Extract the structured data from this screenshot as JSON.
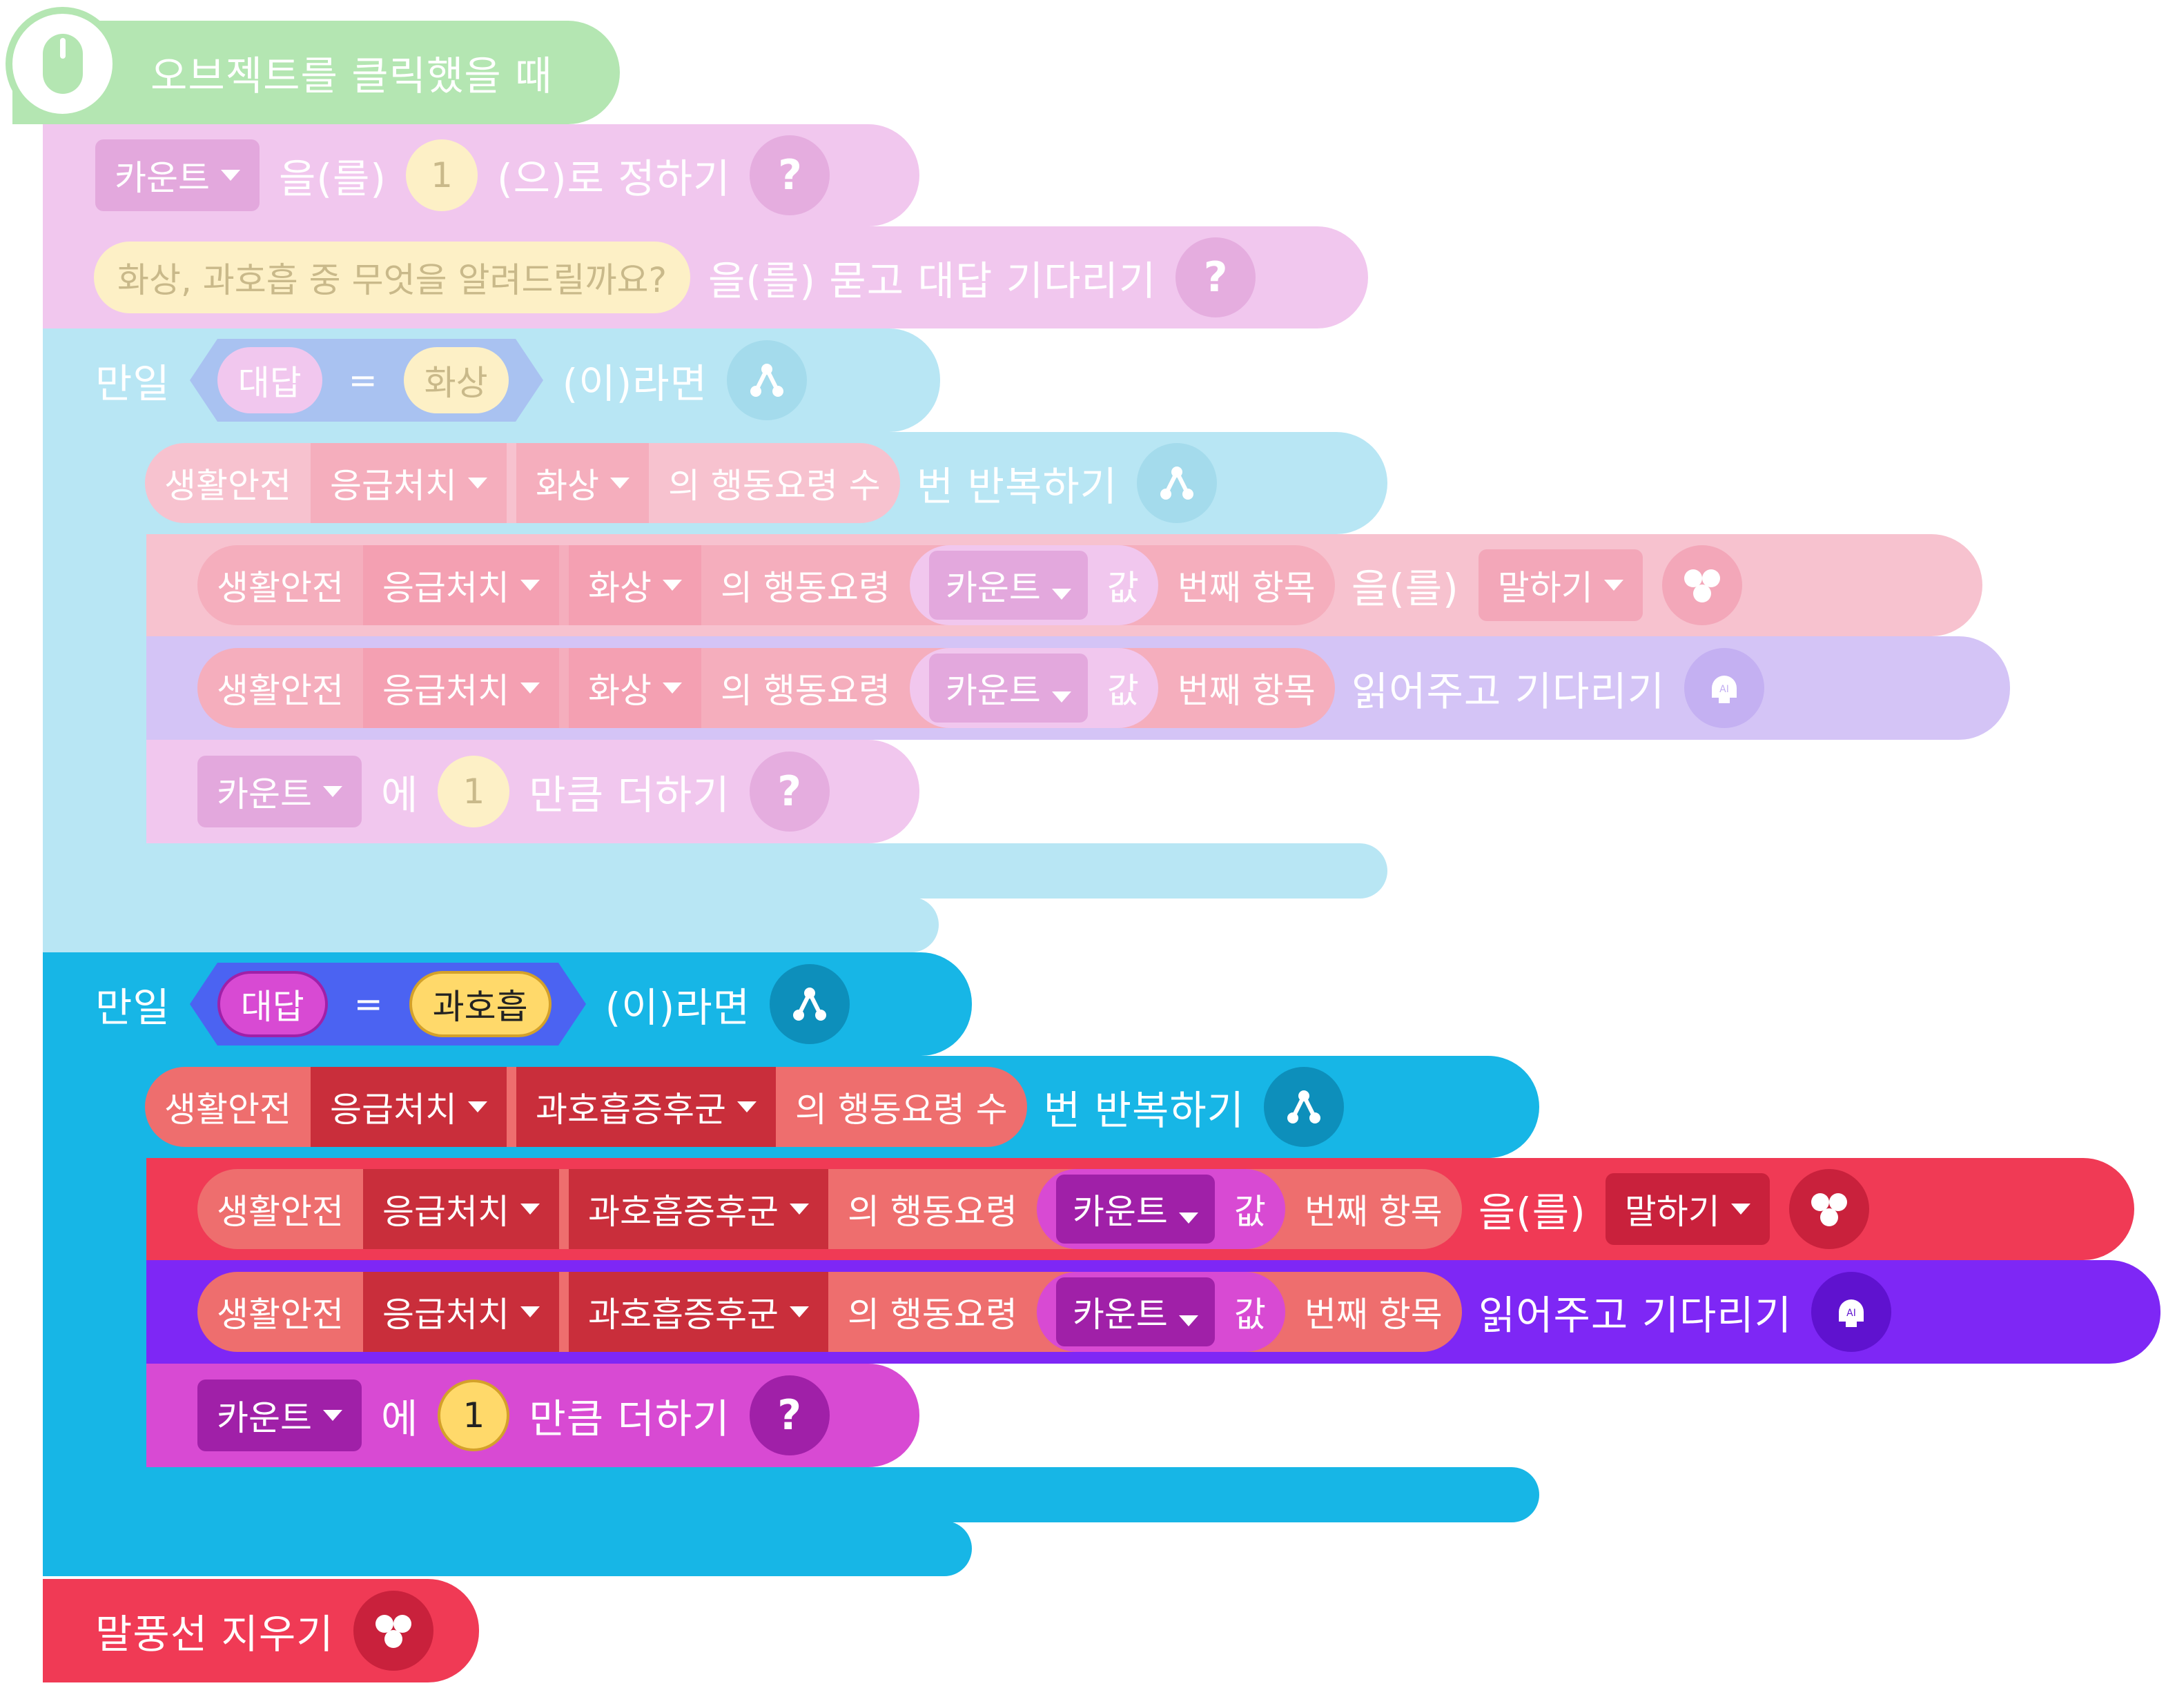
{
  "hat": {
    "label": "오브젝트를 클릭했을 때"
  },
  "set_var": {
    "var": "카운트",
    "t1": "을(를)",
    "value": "1",
    "t2": "(으)로 정하기"
  },
  "ask": {
    "question": "화상, 과호흡 중 무엇을 알려드릴까요?",
    "text": "을(를) 묻고 대답 기다리기"
  },
  "if1": {
    "if_label": "만일",
    "left": "대답",
    "op": "=",
    "right": "화상",
    "then_label": "(이)라면",
    "repeat": {
      "cat": "생활안전",
      "topic": "응급처치",
      "item": "화상",
      "suffix": "의 행동요령 수",
      "text": "번 반복하기"
    },
    "say": {
      "cat": "생활안전",
      "topic": "응급처치",
      "item": "화상",
      "mid": "의 행동요령",
      "var": "카운트",
      "val": "값",
      "nth": "번째 항목",
      "t": "을(를)",
      "mode": "말하기"
    },
    "read": {
      "cat": "생활안전",
      "topic": "응급처치",
      "item": "화상",
      "mid": "의 행동요령",
      "var": "카운트",
      "val": "값",
      "nth": "번째 항목",
      "text": "읽어주고 기다리기"
    },
    "add": {
      "var": "카운트",
      "t1": "에",
      "value": "1",
      "t2": "만큼 더하기"
    }
  },
  "if2": {
    "if_label": "만일",
    "left": "대답",
    "op": "=",
    "right": "과호흡",
    "then_label": "(이)라면",
    "repeat": {
      "cat": "생활안전",
      "topic": "응급처치",
      "item": "과호흡증후군",
      "suffix": "의 행동요령 수",
      "text": "번 반복하기"
    },
    "say": {
      "cat": "생활안전",
      "topic": "응급처치",
      "item": "과호흡증후군",
      "mid": "의 행동요령",
      "var": "카운트",
      "val": "값",
      "nth": "번째 항목",
      "t": "을(를)",
      "mode": "말하기"
    },
    "read": {
      "cat": "생활안전",
      "topic": "응급처치",
      "item": "과호흡증후군",
      "mid": "의 행동요령",
      "var": "카운트",
      "val": "값",
      "nth": "번째 항목",
      "text": "읽어주고 기다리기"
    },
    "add": {
      "var": "카운트",
      "t1": "에",
      "value": "1",
      "t2": "만큼 더하기"
    }
  },
  "clear": {
    "label": "말풍선 지우기"
  },
  "colors": {
    "hat": "#b4e6b2",
    "var_faded": "#f1c7ee",
    "if_faded": "#b8e6f4",
    "say_faded": "#f7c2cf",
    "read_faded": "#d4c4f6",
    "var": "#d84ad3",
    "if": "#17b6e6",
    "say": "#f03a55",
    "read": "#7e27f5",
    "data": "#ee6e6e",
    "string": "#ffd96a"
  }
}
